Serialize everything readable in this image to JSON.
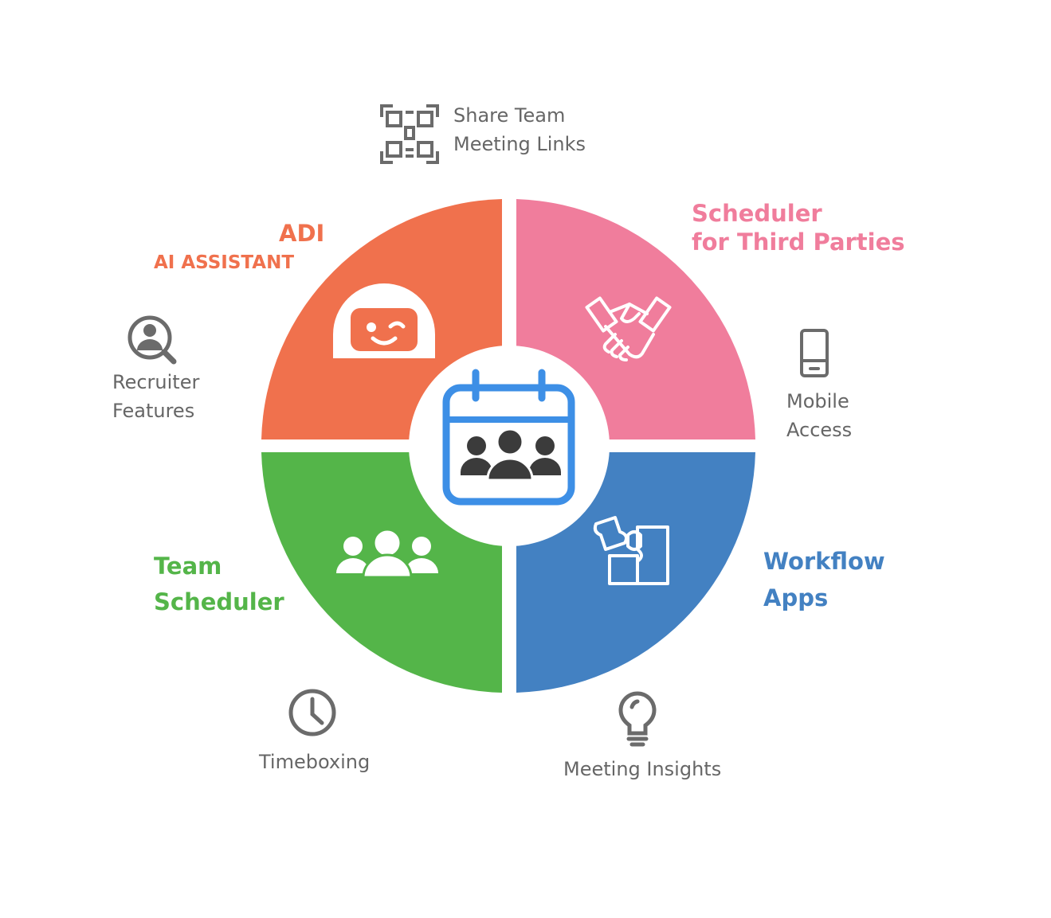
{
  "colors": {
    "adi": "#F0714D",
    "scheduler_third": "#F07D9C",
    "team": "#54B549",
    "workflow": "#4381C2",
    "center_icon": "#3D8FE6",
    "gray": "#666666",
    "icon_dark": "#3B3B3B"
  },
  "quadrants": {
    "adi": {
      "line1": "ADI",
      "line2": "AI ASSISTANT",
      "icon": "robot-face-icon"
    },
    "scheduler_third": {
      "line1": "Scheduler",
      "line2": "for Third Parties",
      "icon": "handshake-icon"
    },
    "team": {
      "line1": "Team",
      "line2": "Scheduler",
      "icon": "group-people-icon"
    },
    "workflow": {
      "line1": "Workflow",
      "line2": "Apps",
      "icon": "puzzle-pieces-icon"
    }
  },
  "center": {
    "icon": "calendar-team-icon"
  },
  "features": {
    "share_links": {
      "line1": "Share Team",
      "line2": "Meeting Links",
      "icon": "qr-code-icon"
    },
    "recruiter": {
      "line1": "Recruiter",
      "line2": "Features",
      "icon": "user-search-icon"
    },
    "mobile": {
      "line1": "Mobile",
      "line2": "Access",
      "icon": "mobile-phone-icon"
    },
    "timeboxing": {
      "line1": "Timeboxing",
      "icon": "clock-icon"
    },
    "insights": {
      "line1": "Meeting Insights",
      "icon": "lightbulb-icon"
    }
  }
}
